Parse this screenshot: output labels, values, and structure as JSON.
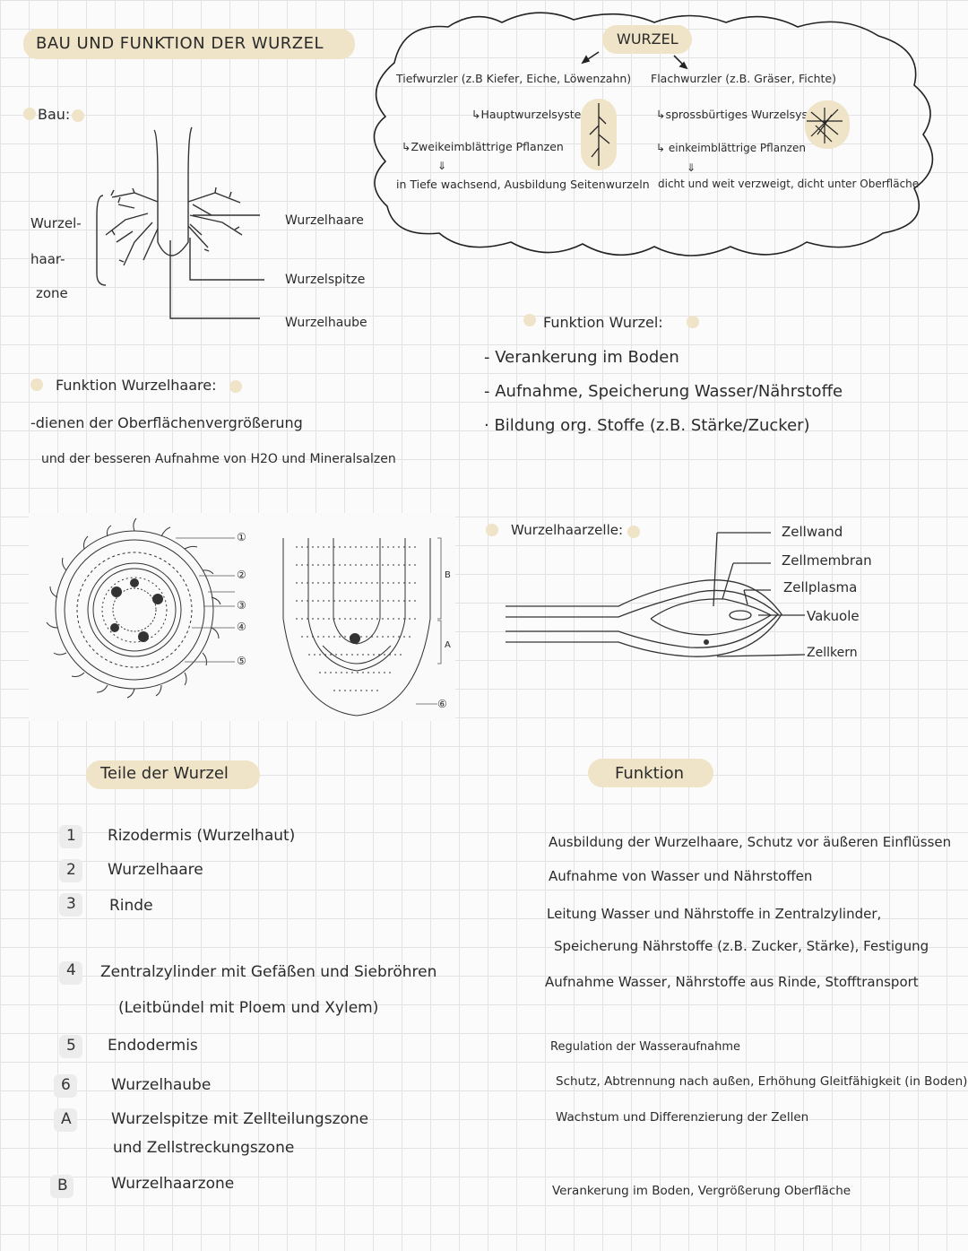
{
  "title": "BAU UND FUNKTION DER WURZEL",
  "bau": {
    "label": "Bau:",
    "zone_label": [
      "Wurzel-",
      "haar-",
      "zone"
    ],
    "callouts": [
      "Wurzelhaare",
      "Wurzelspitze",
      "Wurzelhaube"
    ]
  },
  "cloud": {
    "title": "WURZEL",
    "left": {
      "l1": "Tiefwurzler (z.B Kiefer, Eiche, Löwenzahn)",
      "l2": "↳Hauptwurzelsystem",
      "l3": "↳Zweikeimblättrige Pflanzen",
      "arrow": "⇓",
      "l4": "in Tiefe wachsend, Ausbildung Seitenwurzeln"
    },
    "right": {
      "l1": "Flachwurzler (z.B. Gräser, Fichte)",
      "l2": "↳sprossbürtiges Wurzelsystem",
      "l3": "↳ einkeimblättrige Pflanzen",
      "arrow": "⇓",
      "l4": "dicht und weit verzweigt, dicht unter Oberfläche"
    }
  },
  "funktion_wurzel": {
    "heading": "Funktion Wurzel:",
    "items": [
      "- Verankerung im Boden",
      "- Aufnahme, Speicherung Wasser/Nährstoffe",
      "· Bildung org. Stoffe (z.B. Stärke/Zucker)"
    ]
  },
  "funktion_haare": {
    "heading": "Funktion Wurzelhaare:",
    "line1": "-dienen der Oberflächenvergrößerung",
    "line2": "und der besseren Aufnahme von H2O und Mineralsalzen"
  },
  "section_diagram": {
    "markers": [
      "①",
      "②",
      "③",
      "④",
      "⑤",
      "⑥"
    ],
    "letters": [
      "B",
      "A"
    ]
  },
  "haarzelle": {
    "heading": "Wurzelhaarzelle:",
    "labels": [
      "Zellwand",
      "Zellmembran",
      "Zellplasma",
      "Vakuole",
      "Zellkern"
    ]
  },
  "table": {
    "left_heading": "Teile der Wurzel",
    "right_heading": "Funktion",
    "rows": [
      {
        "n": "1",
        "part": "Rizodermis (Wurzelhaut)",
        "part2": "",
        "func": "Ausbildung der Wurzelhaare, Schutz vor äußeren Einflüssen"
      },
      {
        "n": "2",
        "part": "Wurzelhaare",
        "part2": "",
        "func": "Aufnahme von Wasser und Nährstoffen"
      },
      {
        "n": "3",
        "part": "Rinde",
        "part2": "",
        "func": "Leitung Wasser und Nährstoffe in Zentralzylinder,"
      },
      {
        "n": "",
        "part": "",
        "part2": "",
        "func": "Speicherung Nährstoffe (z.B. Zucker, Stärke), Festigung"
      },
      {
        "n": "4",
        "part": "Zentralzylinder mit Gefäßen und Siebröhren",
        "part2": "(Leitbündel mit Ploem und Xylem)",
        "func": "Aufnahme Wasser, Nährstoffe aus Rinde, Stofftransport"
      },
      {
        "n": "5",
        "part": "Endodermis",
        "part2": "",
        "func": "Regulation der Wasseraufnahme"
      },
      {
        "n": "6",
        "part": "Wurzelhaube",
        "part2": "",
        "func": "Schutz, Abtrennung nach außen, Erhöhung Gleitfähigkeit (in Boden)"
      },
      {
        "n": "A",
        "part": "Wurzelspitze mit Zellteilungszone",
        "part2": "und Zellstreckungszone",
        "func": "Wachstum und Differenzierung der Zellen"
      },
      {
        "n": "B",
        "part": "Wurzelhaarzone",
        "part2": "",
        "func": "Verankerung im Boden, Vergrößerung Oberfläche"
      }
    ]
  }
}
